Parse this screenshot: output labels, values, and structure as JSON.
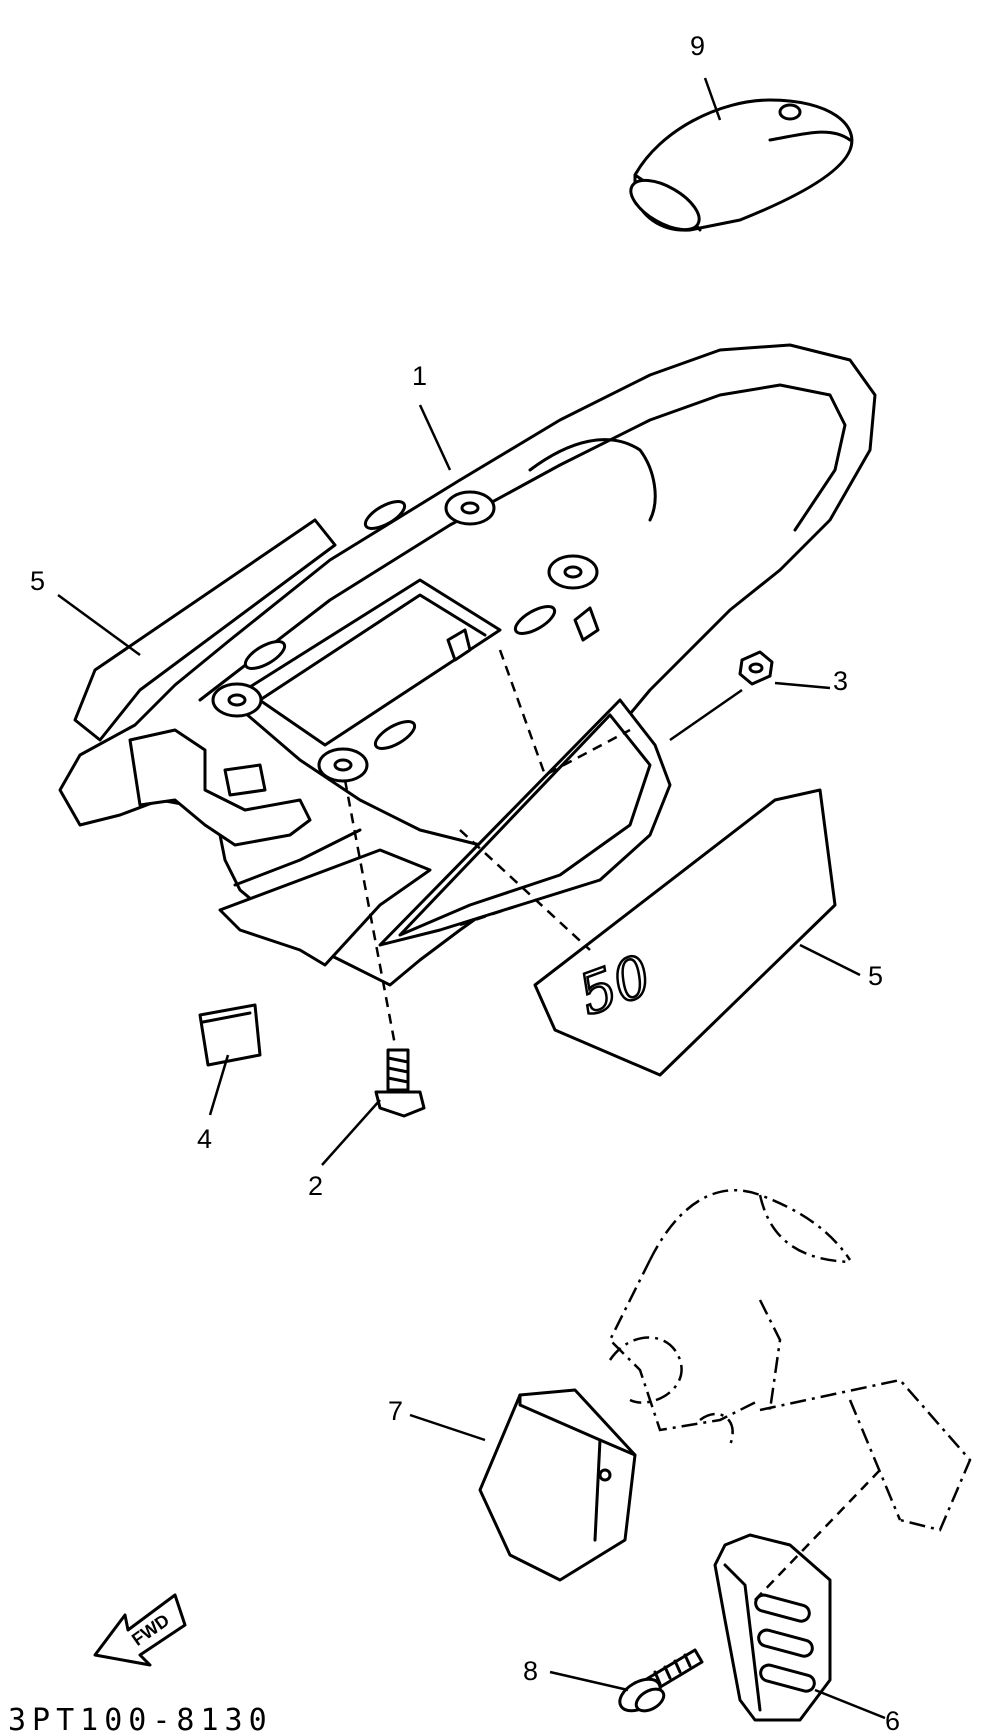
{
  "callouts": {
    "c1": "1",
    "c2": "2",
    "c3": "3",
    "c4": "4",
    "c5a": "5",
    "c5b": "5",
    "c6": "6",
    "c7": "7",
    "c8": "8",
    "c9": "9"
  },
  "decal_text": "50",
  "fwd_label": "FWD",
  "part_code": "3PT100-8130"
}
